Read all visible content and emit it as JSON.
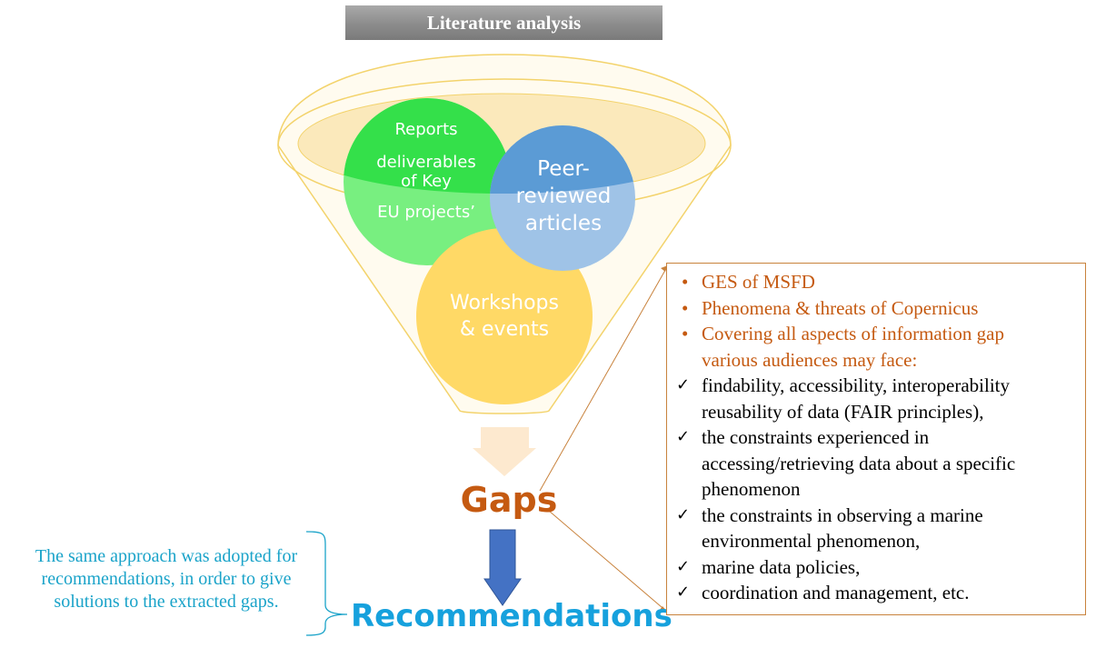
{
  "header": {
    "title": "Literature analysis"
  },
  "circles": {
    "reports": {
      "line1": "Reports",
      "line2": "deliverables",
      "line3": "of Key",
      "line4": "EU projects’"
    },
    "peer": {
      "line1": "Peer-",
      "line2": "reviewed",
      "line3": "articles"
    },
    "workshops": {
      "line1": "Workshops",
      "line2": "& events"
    }
  },
  "gaps_label": "Gaps",
  "recommendations_label": "Recommendations",
  "note": {
    "line1": "The same approach was adopted for",
    "line2": "recommendations, in order to give",
    "line3": "solutions to the extracted gaps."
  },
  "infobox": {
    "items": [
      {
        "kind": "bullet",
        "lines": [
          "GES of MSFD"
        ]
      },
      {
        "kind": "bullet",
        "lines": [
          "Phenomena & threats of Copernicus"
        ]
      },
      {
        "kind": "bullet",
        "lines": [
          "Covering all aspects of information gap",
          "various audiences may face:"
        ]
      },
      {
        "kind": "check",
        "lines": [
          "findability, accessibility, interoperability",
          "reusability of data (FAIR principles),"
        ]
      },
      {
        "kind": "check",
        "lines": [
          "the constraints experienced in",
          "accessing/retrieving data about a specific",
          "phenomenon"
        ]
      },
      {
        "kind": "check",
        "lines": [
          "the constraints in observing a marine",
          "environmental phenomenon,"
        ]
      },
      {
        "kind": "check",
        "lines": [
          "marine data policies,"
        ]
      },
      {
        "kind": "check",
        "lines": [
          "coordination and management, etc."
        ]
      }
    ],
    "bullet_marker": "•",
    "check_marker": "✓"
  },
  "colors": {
    "funnel_fill": "#fffbef",
    "funnel_stroke": "#f3d36c",
    "green": "#33dd44",
    "blue": "#5b9bd5",
    "yellow": "#ffd966",
    "orange": "#c55a11",
    "down_arrow": "#4472c4",
    "light_arrow": "#fde9cf",
    "cyan": "#16a1dd"
  }
}
